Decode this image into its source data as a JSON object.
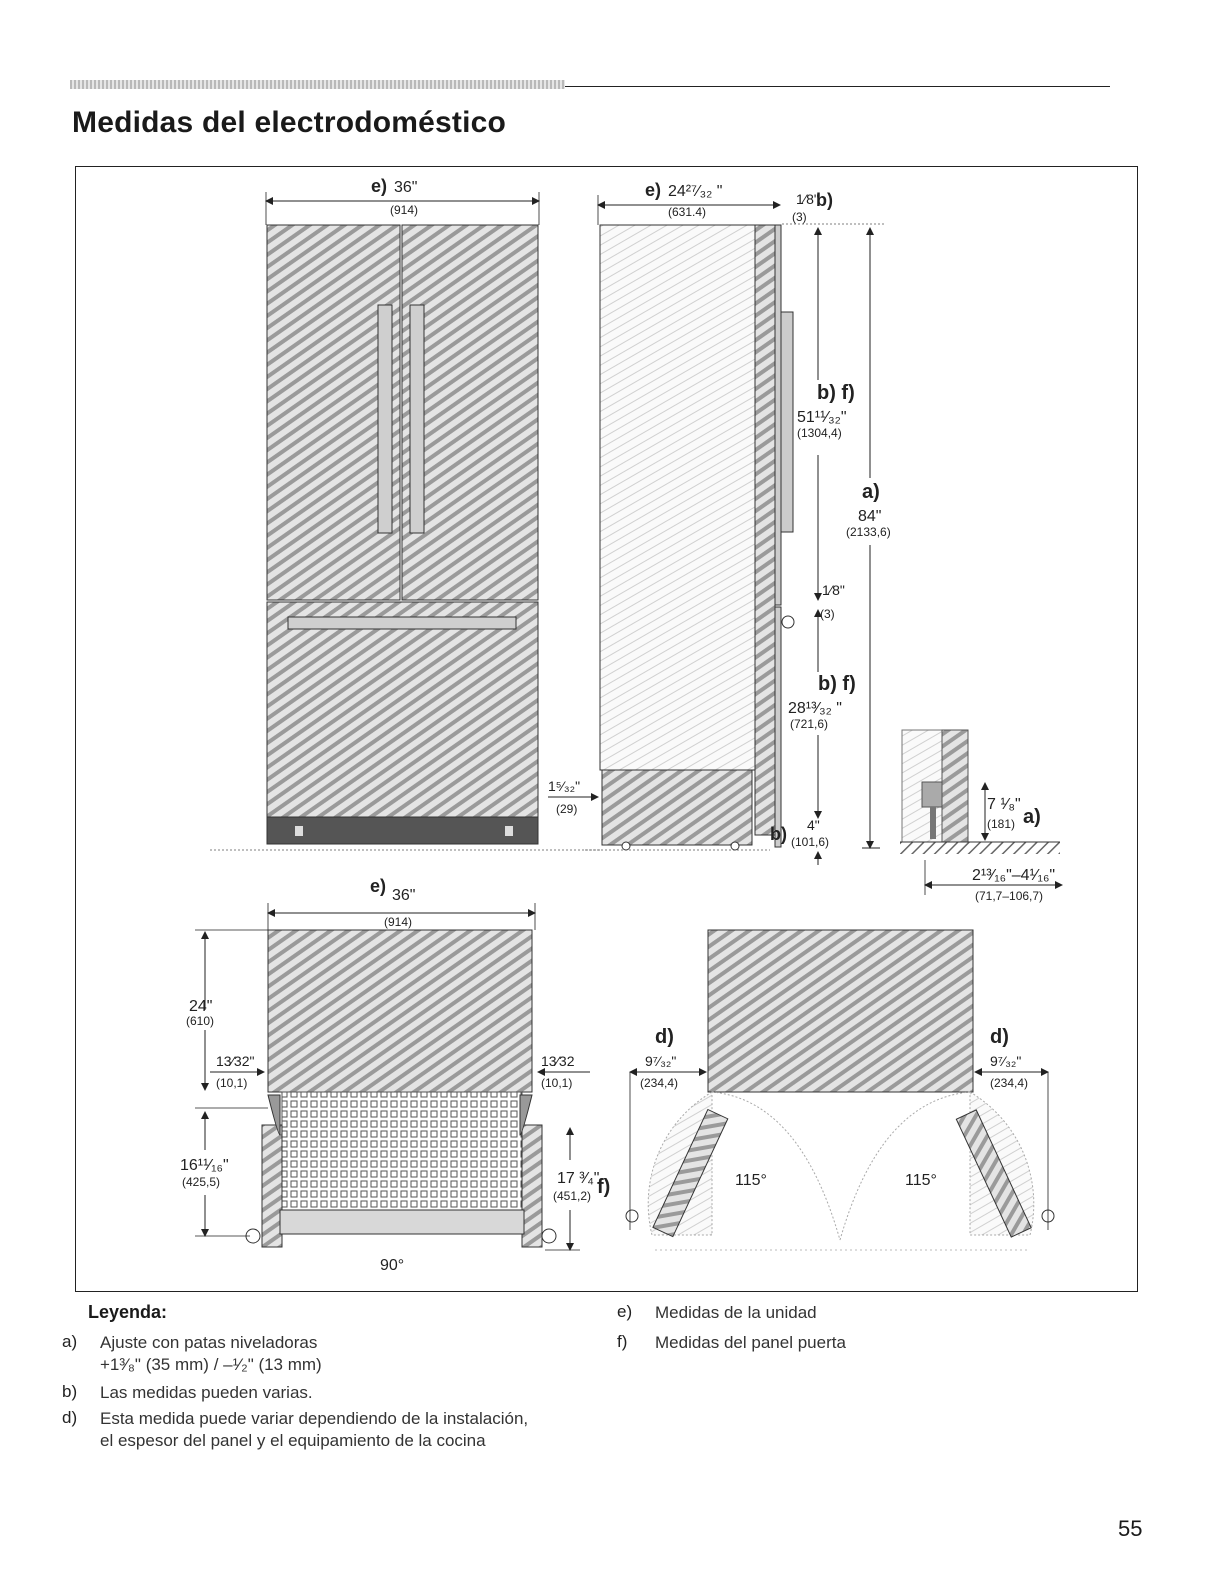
{
  "title": "Medidas del electrodoméstico",
  "page_number": "55",
  "front_view": {
    "width_label": "e)",
    "width_in": "36\"",
    "width_mm": "(914)"
  },
  "side_view": {
    "depth_label": "e)",
    "depth_in": "24²⁷⁄₃₂ \"",
    "depth_mm": "(631.4)",
    "gap_top_in": "1⁄8\"",
    "gap_top_label": "b)",
    "gap_top_mm": "(3)",
    "upper_panel_label": "b) f)",
    "upper_panel_in": "51¹¹⁄₃₂\"",
    "upper_panel_mm": "(1304,4)",
    "height_label": "a)",
    "height_in": "84\"",
    "height_mm": "(2133,6)",
    "gap_mid_in": "1⁄8\"",
    "gap_mid_mm": "(3)",
    "lower_panel_label": "b) f)",
    "lower_panel_in": "28¹³⁄₃₂ \"",
    "lower_panel_mm": "(721,6)",
    "toe_in": "1⁵⁄₃₂\"",
    "toe_mm": "(29)",
    "bottom_label": "b)",
    "bottom_in": "4\"",
    "bottom_mm": "(101,6)"
  },
  "detail_view": {
    "height_in": "7 ¹⁄₈\"",
    "height_mm": "(181)",
    "height_label": "a)",
    "range_in": "2¹³⁄₁₆\"–4¹⁄₁₆\"",
    "range_mm": "(71,7–106,7)"
  },
  "top_view_90": {
    "width_label": "e)",
    "width_in": "36\"",
    "width_mm": "(914)",
    "depth_in": "24\"",
    "depth_mm": "(610)",
    "left_offset_in": "13⁄32\"",
    "left_offset_mm": "(10,1)",
    "right_offset_in": "13⁄32",
    "right_offset_mm": "(10,1)",
    "door_depth_in": "16¹¹⁄₁₆\"",
    "door_depth_mm": "(425,5)",
    "panel_depth_in": "17 ³⁄₄\"",
    "panel_depth_label": "f)",
    "panel_depth_mm": "(451,2)",
    "angle": "90°"
  },
  "top_view_115": {
    "left_label": "d)",
    "left_in": "9⁷⁄₃₂\"",
    "left_mm": "(234,4)",
    "right_label": "d)",
    "right_in": "9⁷⁄₃₂\"",
    "right_mm": "(234,4)",
    "left_angle": "115°",
    "right_angle": "115°"
  },
  "legend": {
    "title": "Leyenda:",
    "items": [
      {
        "key": "a)",
        "line1": "Ajuste con patas niveladoras",
        "line2": "+1³⁄₈\" (35 mm) / –¹⁄₂\" (13 mm)"
      },
      {
        "key": "b)",
        "line1": "Las medidas pueden varias."
      },
      {
        "key": "d)",
        "line1": "Esta medida puede variar dependiendo de la instalación,",
        "line2": "el espesor del panel y el equipamiento de la cocina"
      },
      {
        "key": "e)",
        "line1": "Medidas de la unidad"
      },
      {
        "key": "f)",
        "line1": "Medidas del panel puerta"
      }
    ]
  }
}
